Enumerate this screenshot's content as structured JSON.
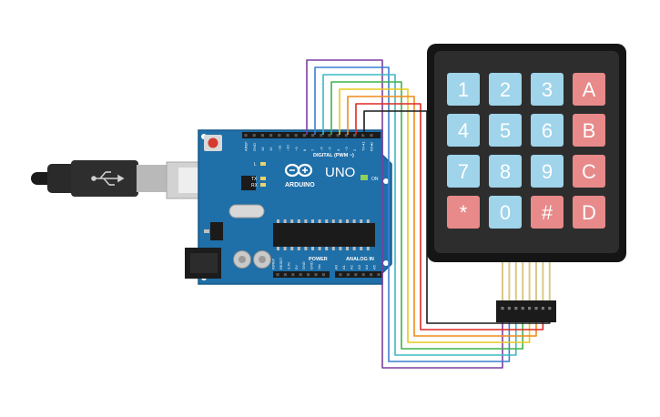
{
  "board": {
    "brand": "ARDUINO",
    "model": "UNO",
    "digital_label": "DIGITAL (PWM ~)",
    "analog_label": "ANALOG IN",
    "power_label": "POWER",
    "on_label": "ON",
    "led_l": "L",
    "led_tx": "TX",
    "led_rx": "RX",
    "digital_pins": [
      "AREF",
      "GND",
      "13",
      "12",
      "~11",
      "~10",
      "~9",
      "8",
      "7",
      "~6",
      "~5",
      "4",
      "~3",
      "2",
      "TX➜1",
      "RX◂0"
    ],
    "power_pins": [
      "IOREF",
      "RESET",
      "3.3V",
      "5V",
      "GND",
      "GND",
      "Vin"
    ],
    "analog_pins": [
      "A0",
      "A1",
      "A2",
      "A3",
      "A4",
      "A5"
    ]
  },
  "keypad": {
    "keys": [
      "1",
      "2",
      "3",
      "A",
      "4",
      "5",
      "6",
      "B",
      "7",
      "8",
      "9",
      "C",
      "*",
      "0",
      "#",
      "D"
    ],
    "colors": {
      "number_key": "#9fd4ea",
      "letter_key": "#e8898a",
      "body": "#2d2d2d",
      "border": "#151515"
    }
  },
  "wires": {
    "colors": [
      "#7b3fa0",
      "#3b7fd1",
      "#3fb8c4",
      "#3fb34a",
      "#e8c91d",
      "#f08a1c",
      "#e02a25",
      "#1a1a1a"
    ]
  },
  "icons": {
    "usb": "usb-icon",
    "infinity": "arduino-logo-icon"
  }
}
